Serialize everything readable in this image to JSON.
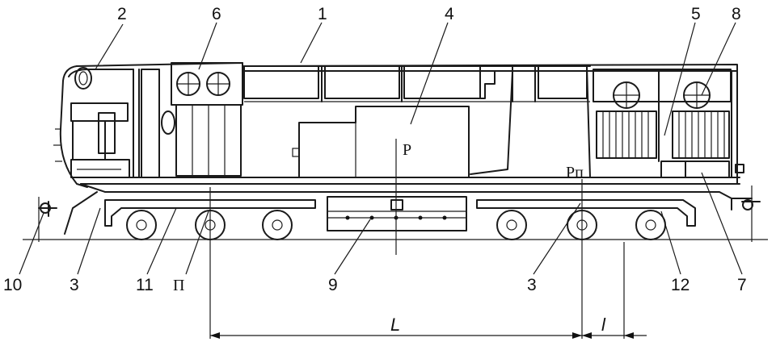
{
  "labels": {
    "n1": "1",
    "n2": "2",
    "n3a": "3",
    "n3b": "3",
    "n4": "4",
    "n5": "5",
    "n6": "6",
    "n7": "7",
    "n8": "8",
    "n9": "9",
    "n10": "10",
    "n11": "11",
    "n12": "12",
    "P": "P",
    "Pn": "Рп",
    "Pi": "П",
    "L": "L",
    "l": "l"
  }
}
